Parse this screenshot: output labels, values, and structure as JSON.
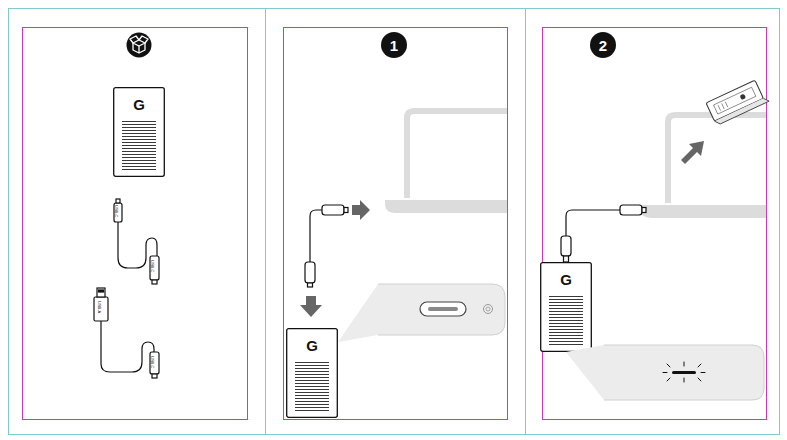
{
  "diagram": {
    "nodes": [
      {
        "text": [
          "1"
        ]
      },
      {
        "text": [
          "2"
        ]
      }
    ],
    "edges": [],
    "labels": [
      "G",
      "USB-C",
      "USB-C",
      "USB-A",
      "USB-C",
      "G",
      "G"
    ]
  }
}
